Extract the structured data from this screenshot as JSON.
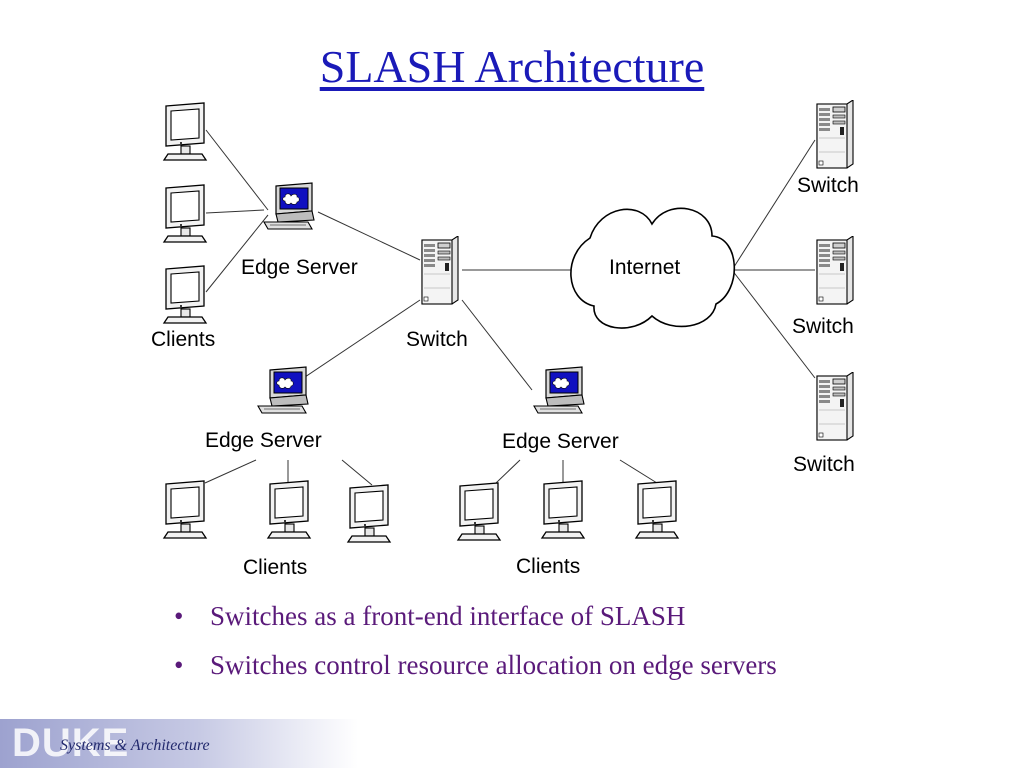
{
  "slide": {
    "title": "SLASH Architecture",
    "bullets": [
      "Switches as a front-end interface of SLASH",
      "Switches control resource allocation on edge servers"
    ],
    "footer": {
      "logo": "DUKE",
      "subtitle": "Systems & Architecture"
    }
  },
  "colors": {
    "title": "#1a1ab8",
    "bullet_text": "#5a1a7a",
    "edge_server_screen": "#1010c0",
    "footer_band": "#9da2cf"
  },
  "diagram": {
    "labels": {
      "edge_server_top": "Edge Server",
      "clients_top": "Clients",
      "switch_center": "Switch",
      "internet": "Internet",
      "switch_right_1": "Switch",
      "switch_right_2": "Switch",
      "switch_right_3": "Switch",
      "edge_server_left": "Edge Server",
      "edge_server_right": "Edge Server",
      "clients_bottom_left": "Clients",
      "clients_bottom_right": "Clients"
    },
    "icons": {
      "client": "monitor-icon",
      "edge_server": "computer-icon",
      "switch": "server-tower-icon",
      "internet": "cloud-icon"
    }
  }
}
